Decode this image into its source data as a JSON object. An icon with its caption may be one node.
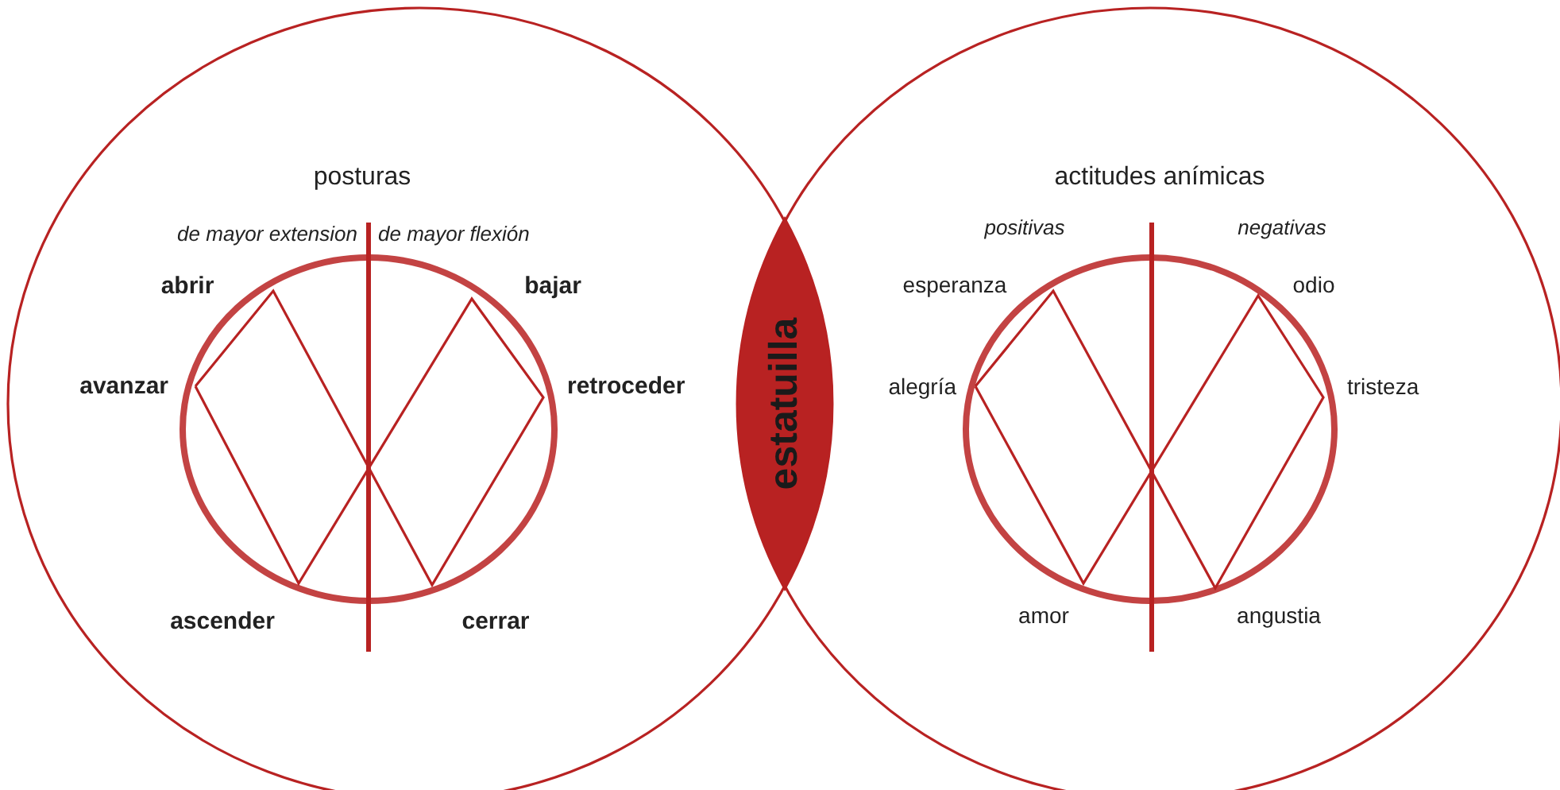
{
  "diagram": {
    "nodes": [
      {
        "text": [
          "posturas"
        ]
      },
      {
        "text": [
          "actitudes anímicas"
        ]
      },
      {
        "text": [
          "estatuilla"
        ]
      }
    ],
    "labels": [
      "de mayor extension",
      "de mayor flexión",
      "abrir",
      "bajar",
      "avanzar",
      "retroceder",
      "ascender",
      "cerrar",
      "positivas",
      "negativas",
      "esperanza",
      "odio",
      "alegría",
      "tristeza",
      "amor",
      "angustia"
    ]
  }
}
